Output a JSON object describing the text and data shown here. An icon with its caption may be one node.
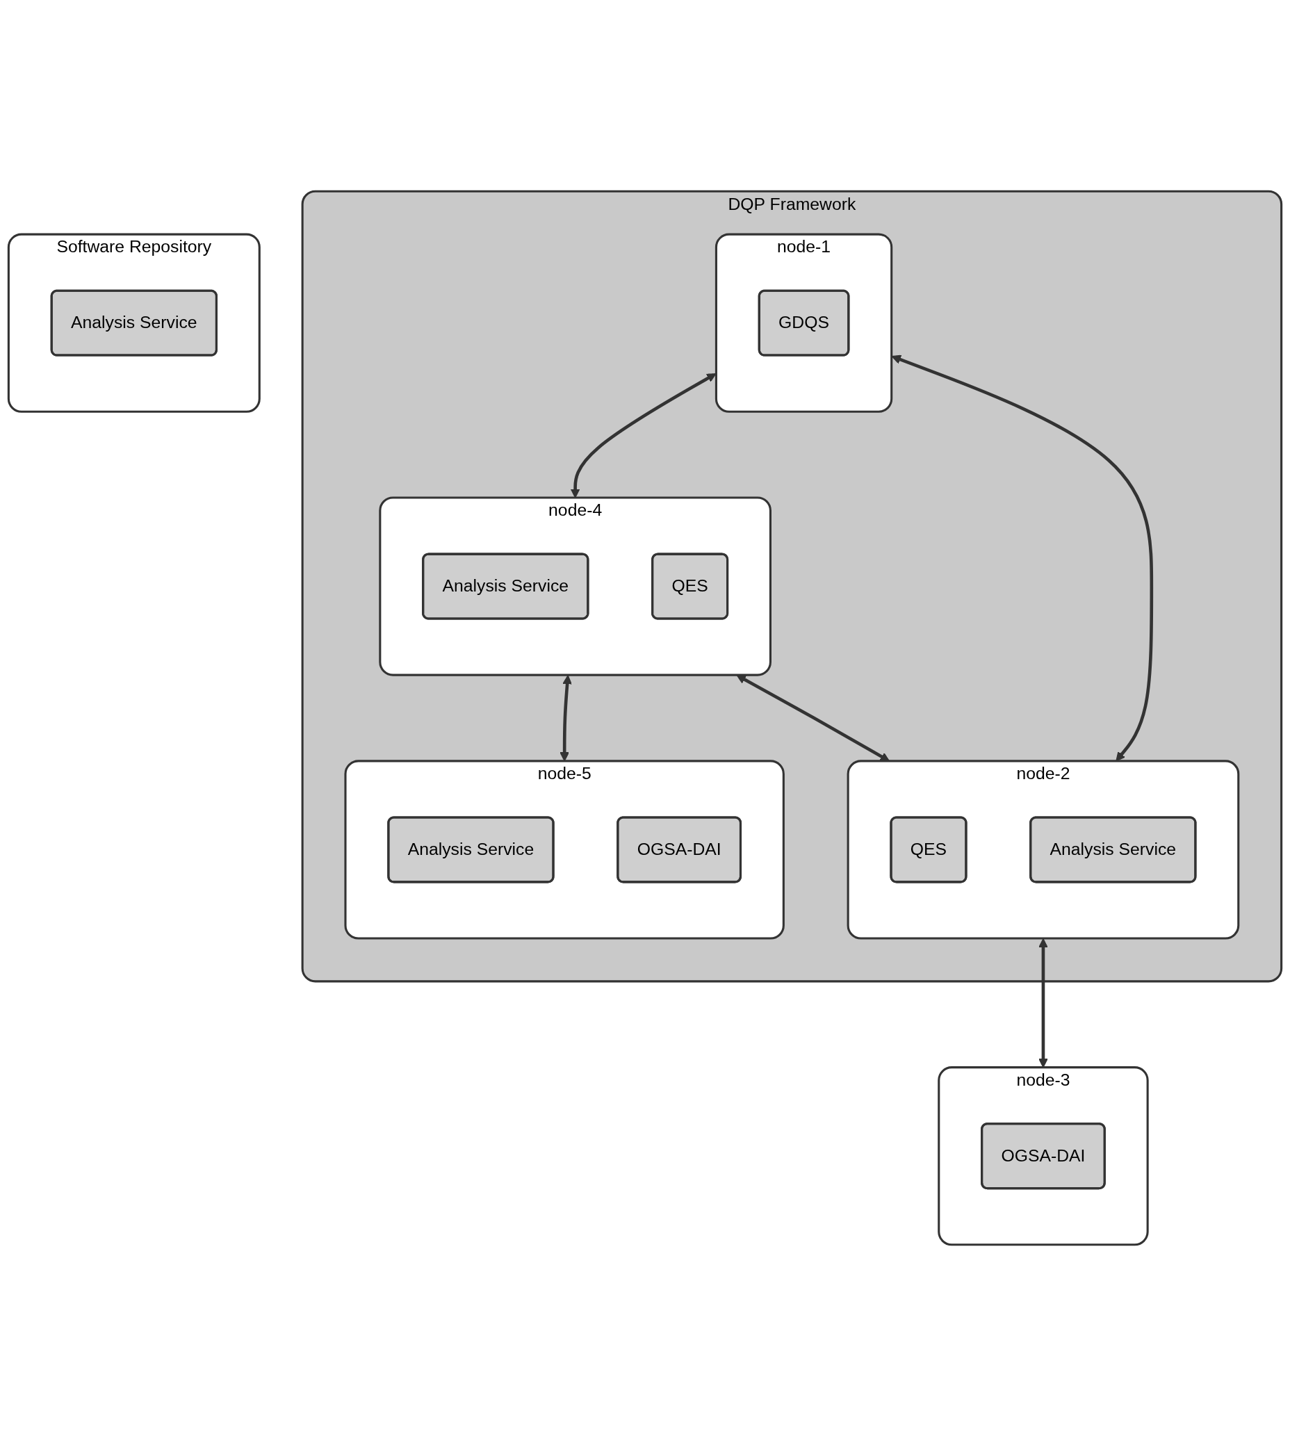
{
  "diagram": {
    "nodes": [
      {
        "text": [
          "DQP Framework"
        ]
      },
      {
        "text": [
          "node-4"
        ],
        "in": 0
      },
      {
        "text": [
          "Analysis Service"
        ],
        "in": 1
      },
      {
        "text": [
          "QES"
        ],
        "in": 1
      },
      {
        "text": [
          "node-5"
        ],
        "in": 0
      },
      {
        "text": [
          "Analysis Service"
        ],
        "in": 4
      },
      {
        "text": [
          "OGSA-DAI"
        ],
        "in": 4
      },
      {
        "text": [
          "node-1"
        ],
        "in": 0
      },
      {
        "text": [
          "GDQS"
        ],
        "in": 7
      },
      {
        "text": [
          "Software Repository"
        ]
      },
      {
        "text": [
          "Analysis Service"
        ],
        "in": 9
      },
      {
        "text": [
          "node-2"
        ],
        "in": 0
      },
      {
        "text": [
          "QES"
        ],
        "in": 11
      },
      {
        "text": [
          "Analysis Service"
        ],
        "in": 11
      },
      {
        "text": [
          "node-3"
        ]
      },
      {
        "text": [
          "OGSA-DAI"
        ],
        "in": 14
      }
    ],
    "edges": [
      {
        "from": 7,
        "to": 1,
        "arrow": "both"
      },
      {
        "from": 1,
        "to": 4,
        "arrow": "both"
      },
      {
        "from": 1,
        "to": 11,
        "arrow": "both"
      },
      {
        "from": 7,
        "to": 11,
        "arrow": "both"
      },
      {
        "from": 11,
        "to": 14,
        "arrow": "both"
      }
    ]
  }
}
